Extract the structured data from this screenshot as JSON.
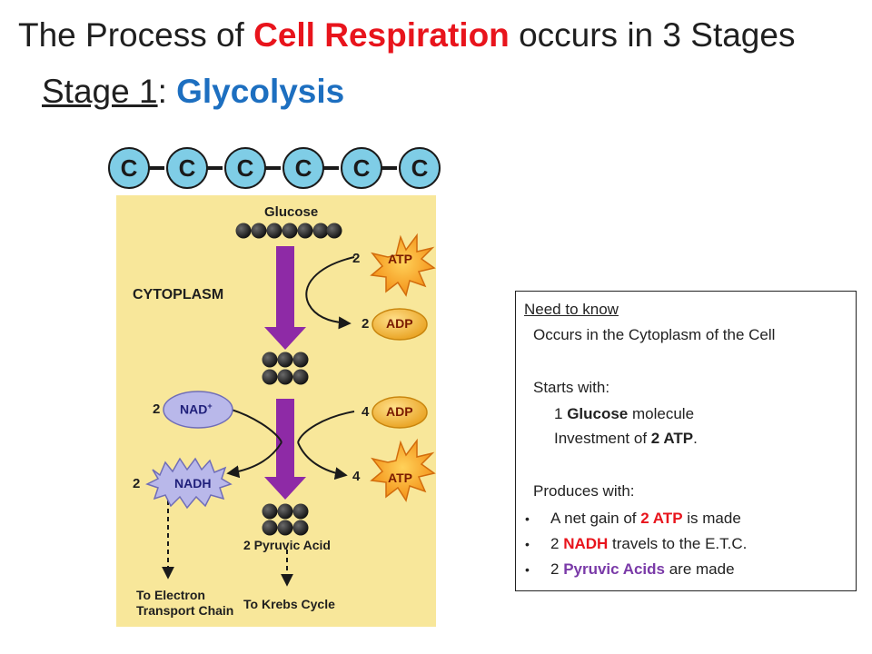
{
  "title": {
    "prefix": "The Process of ",
    "highlight": "Cell Respiration",
    "suffix": " occurs in 3 Stages"
  },
  "subtitle": {
    "stage": "Stage 1",
    "sep": ": ",
    "name": "Glycolysis"
  },
  "carbon_chain": {
    "atoms": [
      "C",
      "C",
      "C",
      "C",
      "C",
      "C"
    ]
  },
  "diagram": {
    "glucose": "Glucose",
    "cytoplasm": "CYTOPLASM",
    "atp_in_coef": "2",
    "atp_in": "ATP",
    "adp_out_coef": "2",
    "adp_out": "ADP",
    "nad_coef": "2",
    "nad": "NAD",
    "nad_sup": "+",
    "adp_in_coef": "4",
    "adp_in": "ADP",
    "nadh_coef": "2",
    "nadh": "NADH",
    "atp_out_coef": "4",
    "atp_out": "ATP",
    "pyruvic": "2 Pyruvic Acid",
    "etc_line1": "To Electron",
    "etc_line2": "Transport Chain",
    "krebs": "To Krebs Cycle",
    "colors": {
      "background": "#f8e79a",
      "arrow": "#8e2aa6",
      "atp_burst": "#f7a21b",
      "adp_oval": "#f4b532",
      "nad": "#b9b8ea"
    }
  },
  "info": {
    "heading": "Need to know",
    "location": "Occurs in the Cytoplasm of the Cell",
    "starts_with": "Starts with:",
    "start1_pre": "1 ",
    "start1_bold": "Glucose",
    "start1_post": " molecule",
    "start2_pre": "Investment of ",
    "start2_bold": "2 ATP",
    "start2_post": ".",
    "produces": "Produces with:",
    "b1_pre": "A net gain of ",
    "b1_hl": "2 ATP",
    "b1_post": " is made",
    "b2_pre": "2 ",
    "b2_hl": "NADH",
    "b2_post": " travels to the E.T.C.",
    "b3_pre": "2 ",
    "b3_hl": "Pyruvic Acids",
    "b3_post": " are made",
    "bullet": "•"
  }
}
